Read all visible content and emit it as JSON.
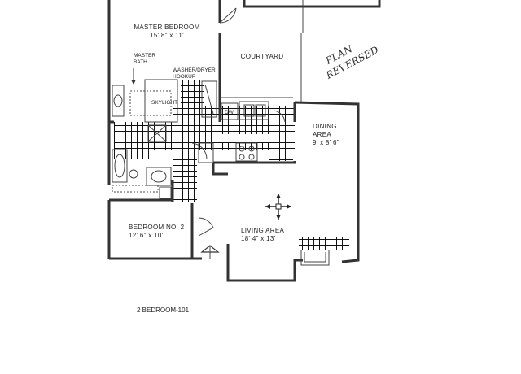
{
  "rooms": {
    "master_bedroom": {
      "name": "MASTER BEDROOM",
      "size": "15' 8\" x 11'"
    },
    "master_bath": {
      "name_line1": "MASTER",
      "name_line2": "BATH"
    },
    "skylight": "SKYLIGHT",
    "washer_dryer": {
      "line1": "WASHER/DRYER",
      "line2": "HOOKUP"
    },
    "courtyard": "COURTYARD",
    "dw": "DW",
    "dining_area": {
      "line1": "DINING",
      "line2": "AREA",
      "size": "9' x 8' 6\""
    },
    "bedroom2": {
      "name": "BEDROOM NO. 2",
      "size": "12' 6\" x 10'"
    },
    "living_area": {
      "name": "LIVING AREA",
      "size": "18' 4\" x 13'"
    }
  },
  "annotation": {
    "line1": "PLAN",
    "line2": "REVERSED"
  },
  "caption": "2 BEDROOM-101"
}
